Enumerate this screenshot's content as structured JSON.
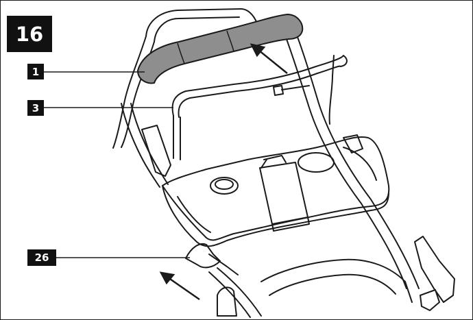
{
  "figure": {
    "number": "16",
    "callouts": [
      {
        "id": "1",
        "label": "1"
      },
      {
        "id": "3",
        "label": "3"
      },
      {
        "id": "26",
        "label": "26"
      }
    ]
  },
  "colors": {
    "ink": "#1a1a1a",
    "handle_grip": "#8e8e8e",
    "badge_bg": "#111111",
    "badge_text": "#ffffff"
  }
}
